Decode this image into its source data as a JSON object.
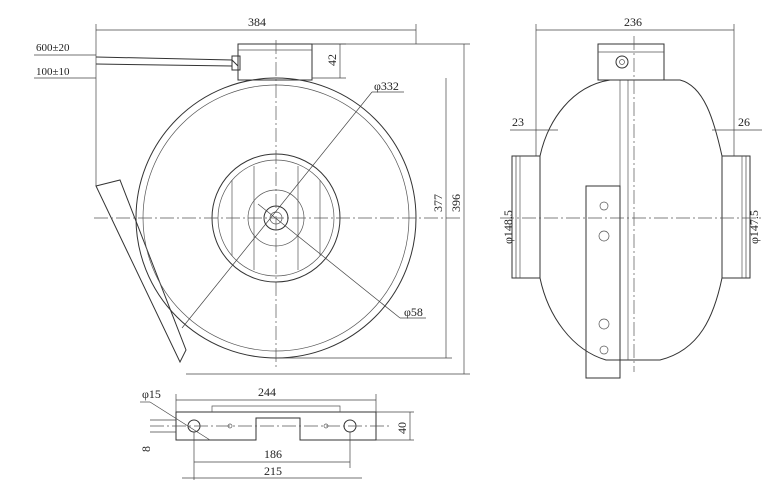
{
  "dimensions": {
    "front_width": "384",
    "cable_length_1": "600±20",
    "cable_length_2": "100±10",
    "box_height": "42",
    "housing_diameter": "φ332",
    "hub_diameter": "φ58",
    "inner_height": "377",
    "overall_height": "396",
    "side_width": "236",
    "left_collar": "23",
    "right_collar": "26",
    "inlet_diameter": "φ148.5",
    "outlet_diameter": "φ147.5",
    "bracket_hole": "φ15",
    "bracket_length": "244",
    "bracket_thickness": "8",
    "bracket_width": "40",
    "bracket_hole_pitch": "186",
    "bracket_total": "215"
  },
  "colors": {
    "line": "#333333",
    "background": "#ffffff"
  }
}
